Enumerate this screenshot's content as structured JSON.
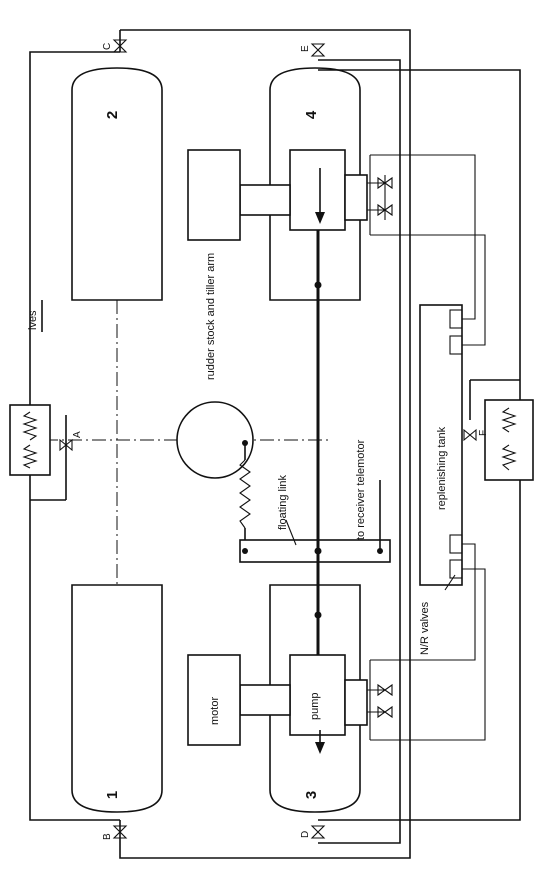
{
  "labels": {
    "rudder": "rudder stock and tiller arm",
    "floating_link": "floating link",
    "receiver": "to receiver telemotor",
    "tank": "replenishing tank",
    "nr_valves": "N/R valves",
    "motor": "motor",
    "pump": "pump",
    "fragment": "lves"
  },
  "rams": [
    "1",
    "2",
    "3",
    "4"
  ],
  "valve_letters": [
    "A",
    "B",
    "C",
    "D",
    "E",
    "F"
  ]
}
